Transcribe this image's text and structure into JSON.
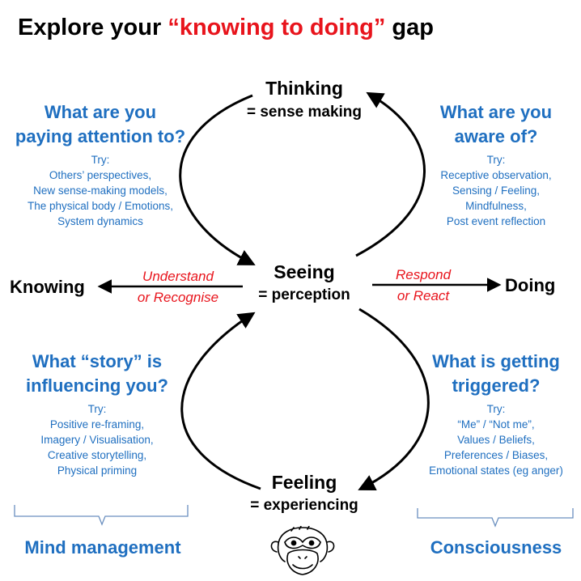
{
  "title": {
    "prefix": "Explore your ",
    "highlight": "“knowing to doing”",
    "suffix": " gap"
  },
  "nodes": {
    "thinking": {
      "label": "Thinking",
      "sub": "= sense making"
    },
    "seeing": {
      "label": "Seeing",
      "sub": "= perception"
    },
    "feeling": {
      "label": "Feeling",
      "sub": "= experiencing"
    },
    "knowing": {
      "label": "Knowing"
    },
    "doing": {
      "label": "Doing"
    }
  },
  "arrow_labels": {
    "left": [
      "Understand",
      "or Recognise"
    ],
    "right": [
      "Respond",
      "or React"
    ]
  },
  "quadrants": {
    "top_left": {
      "question": [
        "What are you",
        "paying attention to?"
      ],
      "try_label": "Try:",
      "items": [
        "Others’ perspectives,",
        "New sense-making models,",
        "The physical body / Emotions,",
        "System dynamics"
      ]
    },
    "top_right": {
      "question": [
        "What are you",
        "aware of?"
      ],
      "try_label": "Try:",
      "items": [
        "Receptive observation,",
        "Sensing / Feeling,",
        "Mindfulness,",
        "Post event reflection"
      ]
    },
    "bottom_left": {
      "question": [
        "What “story” is",
        "influencing you?"
      ],
      "try_label": "Try:",
      "items": [
        "Positive re-framing,",
        "Imagery / Visualisation,",
        "Creative storytelling,",
        "Physical priming"
      ]
    },
    "bottom_right": {
      "question": [
        "What is getting",
        "triggered?"
      ],
      "try_label": "Try:",
      "items": [
        "“Me” / “Not me”,",
        "Values / Beliefs,",
        "Preferences / Biases,",
        "Emotional states (eg anger)"
      ]
    }
  },
  "footers": {
    "left": "Mind management",
    "right": "Consciousness"
  },
  "icons": {
    "mascot": "monkey-face-icon"
  },
  "colors": {
    "accent_blue": "#1f6fc0",
    "highlight_red": "#e8141c",
    "text_black": "#000000"
  }
}
